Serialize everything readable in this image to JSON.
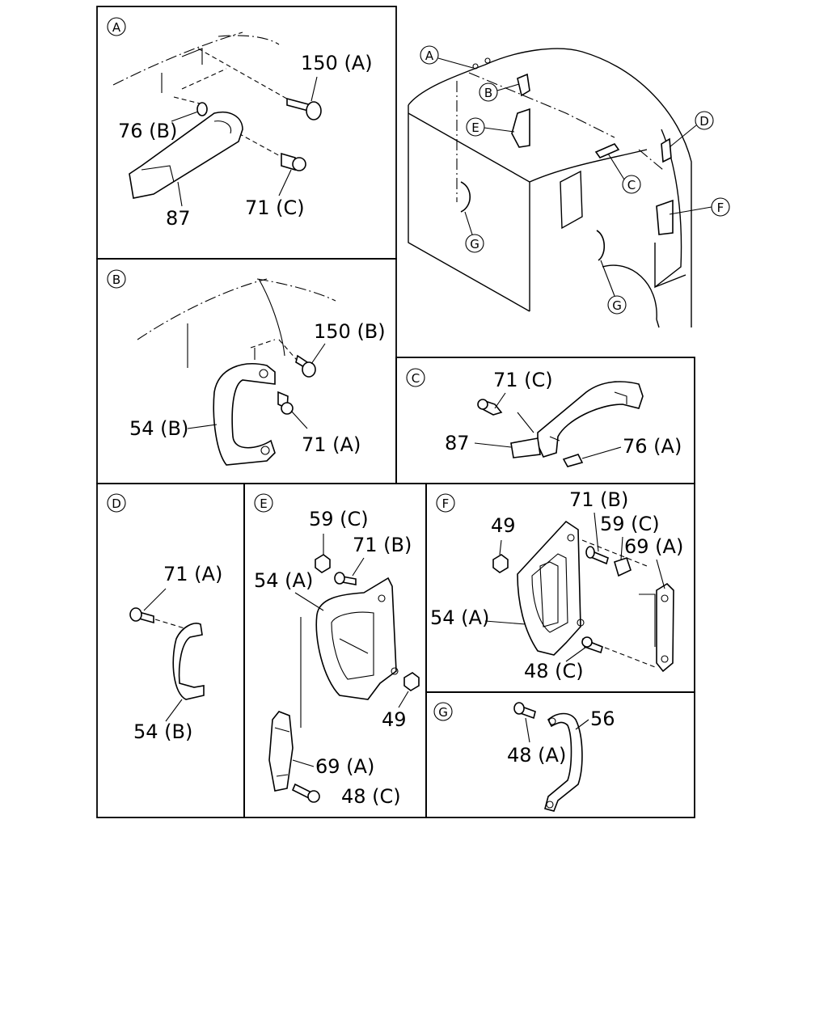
{
  "diagram": {
    "circle_letters": {
      "A": "A",
      "B": "B",
      "C": "C",
      "D": "D",
      "E": "E",
      "F": "F",
      "G": "G"
    },
    "labels": {
      "p150a": "150 (A)",
      "p76b": "76 (B)",
      "p87": "87",
      "p71c": "71 (C)",
      "p150b": "150 (B)",
      "p54b": "54 (B)",
      "p71a": "71 (A)",
      "p76a": "76 (A)",
      "p59c": "59 (C)",
      "p71b": "71 (B)",
      "p54a": "54 (A)",
      "p49": "49",
      "p69a": "69 (A)",
      "p48c": "48 (C)",
      "p48a": "48 (A)",
      "p56": "56"
    }
  }
}
